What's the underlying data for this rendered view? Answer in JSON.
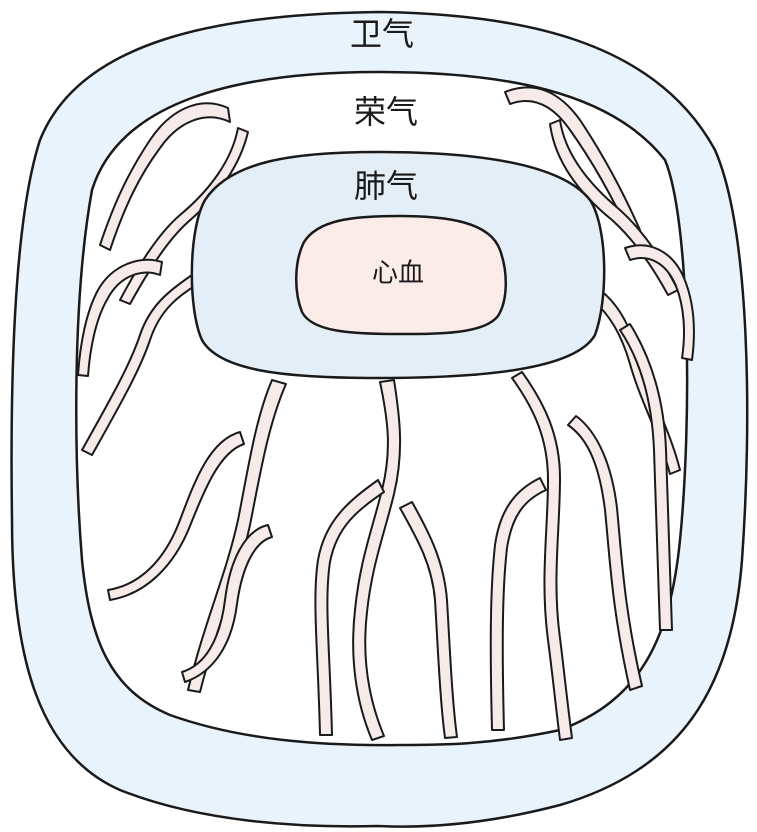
{
  "layers": {
    "outer": {
      "label": "卫气"
    },
    "second": {
      "label": "荣气"
    },
    "third": {
      "label": "肺气"
    },
    "core": {
      "label": "心血"
    }
  },
  "colors": {
    "stroke": "#1a1a1a",
    "outer_fill": "#e9f3fb",
    "ring_fill": "#e4eef6",
    "core_fill": "#fbecea",
    "vessel_fill": "#f6ebe8",
    "background": "#ffffff"
  }
}
